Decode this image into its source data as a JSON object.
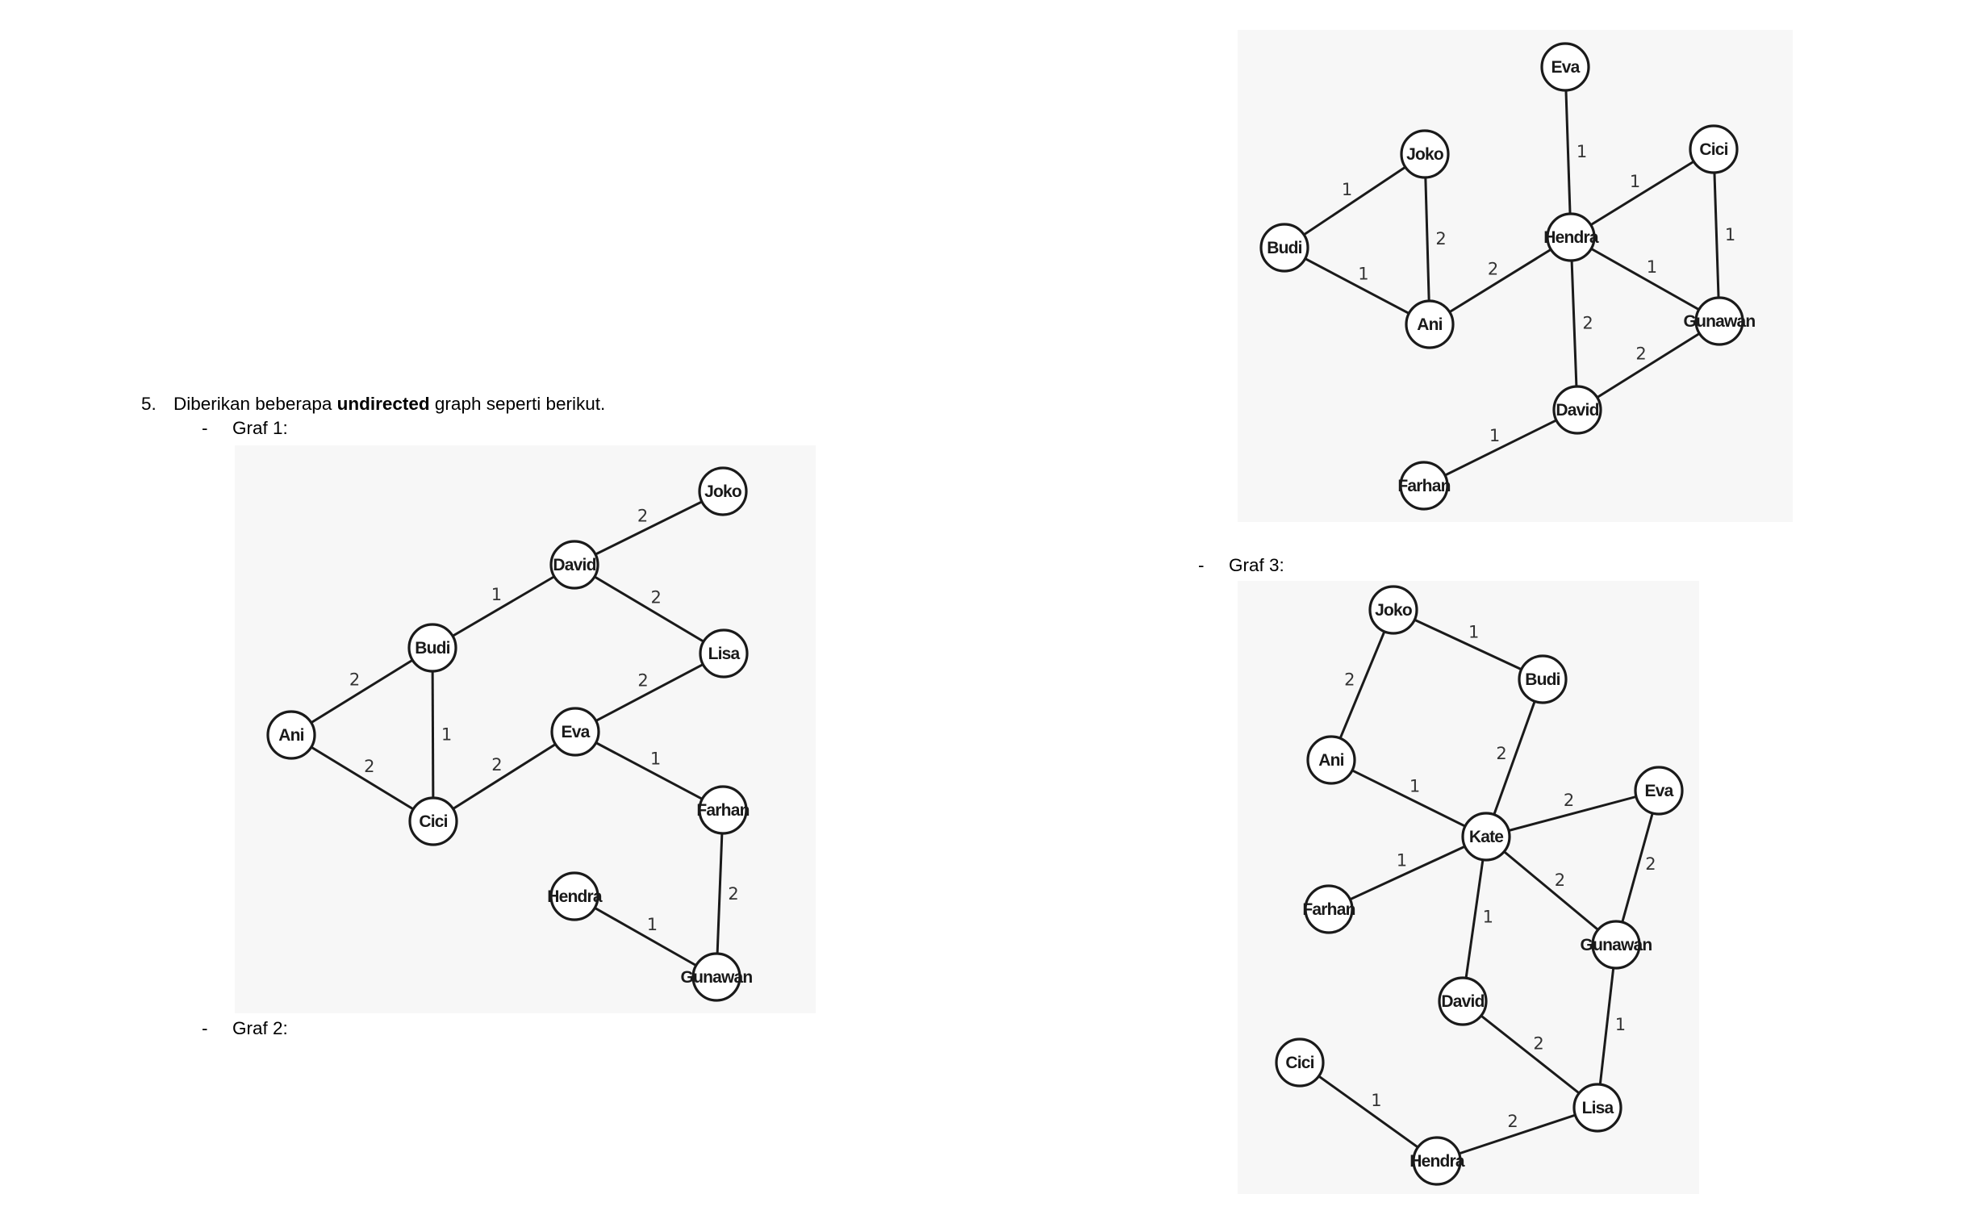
{
  "question": {
    "number": "5.",
    "text_before": "Diberikan beberapa ",
    "text_bold": "undirected",
    "text_after": " graph seperti berikut."
  },
  "graph_labels": {
    "bullet": "-",
    "graf1": "Graf 1:",
    "graf2": "Graf 2:",
    "graf3": "Graf 3:"
  },
  "graphs": [
    {
      "id": "graf1",
      "nodes": [
        "Joko",
        "David",
        "Budi",
        "Lisa",
        "Ani",
        "Eva",
        "Cici",
        "Farhan",
        "Hendra",
        "Gunawan"
      ],
      "edges": [
        {
          "from": "David",
          "to": "Joko",
          "weight": "2"
        },
        {
          "from": "Budi",
          "to": "David",
          "weight": "1"
        },
        {
          "from": "David",
          "to": "Lisa",
          "weight": "2"
        },
        {
          "from": "Ani",
          "to": "Budi",
          "weight": "2"
        },
        {
          "from": "Budi",
          "to": "Cici",
          "weight": "1"
        },
        {
          "from": "Ani",
          "to": "Cici",
          "weight": "2"
        },
        {
          "from": "Cici",
          "to": "Eva",
          "weight": "2"
        },
        {
          "from": "Eva",
          "to": "Lisa",
          "weight": "2"
        },
        {
          "from": "Eva",
          "to": "Farhan",
          "weight": "1"
        },
        {
          "from": "Farhan",
          "to": "Gunawan",
          "weight": "2"
        },
        {
          "from": "Hendra",
          "to": "Gunawan",
          "weight": "1"
        }
      ]
    },
    {
      "id": "graf2",
      "nodes": [
        "Eva",
        "Joko",
        "Cici",
        "Budi",
        "Hendra",
        "Ani",
        "Gunawan",
        "David",
        "Farhan"
      ],
      "edges": [
        {
          "from": "Eva",
          "to": "Hendra",
          "weight": "1"
        },
        {
          "from": "Budi",
          "to": "Joko",
          "weight": "1"
        },
        {
          "from": "Joko",
          "to": "Ani",
          "weight": "2"
        },
        {
          "from": "Budi",
          "to": "Ani",
          "weight": "1"
        },
        {
          "from": "Ani",
          "to": "Hendra",
          "weight": "2"
        },
        {
          "from": "Hendra",
          "to": "Cici",
          "weight": "1"
        },
        {
          "from": "Cici",
          "to": "Gunawan",
          "weight": "1"
        },
        {
          "from": "Hendra",
          "to": "Gunawan",
          "weight": "1"
        },
        {
          "from": "Hendra",
          "to": "David",
          "weight": "2"
        },
        {
          "from": "Gunawan",
          "to": "David",
          "weight": "2"
        },
        {
          "from": "David",
          "to": "Farhan",
          "weight": "1"
        }
      ]
    },
    {
      "id": "graf3",
      "nodes": [
        "Joko",
        "Budi",
        "Ani",
        "Eva",
        "Kate",
        "Farhan",
        "Gunawan",
        "David",
        "Cici",
        "Lisa",
        "Hendra"
      ],
      "edges": [
        {
          "from": "Joko",
          "to": "Budi",
          "weight": "1"
        },
        {
          "from": "Joko",
          "to": "Ani",
          "weight": "2"
        },
        {
          "from": "Budi",
          "to": "Kate",
          "weight": "2"
        },
        {
          "from": "Ani",
          "to": "Kate",
          "weight": "1"
        },
        {
          "from": "Kate",
          "to": "Eva",
          "weight": "2"
        },
        {
          "from": "Kate",
          "to": "Farhan",
          "weight": "1"
        },
        {
          "from": "Kate",
          "to": "Gunawan",
          "weight": "2"
        },
        {
          "from": "Kate",
          "to": "David",
          "weight": "1"
        },
        {
          "from": "Eva",
          "to": "Gunawan",
          "weight": "2"
        },
        {
          "from": "Gunawan",
          "to": "Lisa",
          "weight": "1"
        },
        {
          "from": "David",
          "to": "Lisa",
          "weight": "2"
        },
        {
          "from": "Lisa",
          "to": "Hendra",
          "weight": "2"
        },
        {
          "from": "Cici",
          "to": "Hendra",
          "weight": "1"
        }
      ]
    }
  ]
}
